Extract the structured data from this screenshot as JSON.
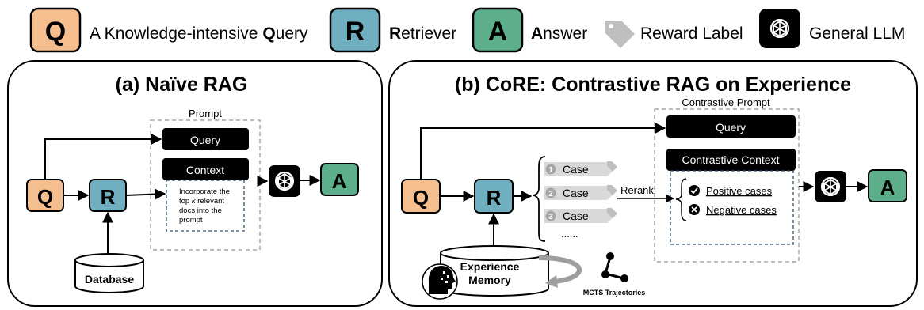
{
  "legend": {
    "query": {
      "badge": "Q",
      "text_pre": "A Knowledge-intensive ",
      "text_bold": "Q",
      "text_post": "uery"
    },
    "retriever": {
      "badge": "R",
      "text_bold": "R",
      "text_post": "etriever"
    },
    "answer": {
      "badge": "A",
      "text_bold": "A",
      "text_post": "nswer"
    },
    "reward": {
      "icon": "tag-icon",
      "text": "Reward Label"
    },
    "llm": {
      "icon": "openai-knot-icon",
      "text": "General LLM"
    }
  },
  "panel_a": {
    "title": "(a) Naïve RAG",
    "prompt_label": "Prompt",
    "query_box": "Query",
    "context_box": "Context",
    "context_note": [
      "Incorporate the",
      "top ",
      "k",
      " relevant",
      "docs into the",
      "prompt"
    ],
    "q_badge": "Q",
    "r_badge": "R",
    "a_badge": "A",
    "database": "Database"
  },
  "panel_b": {
    "title": "(b) CoRE: Contrastive RAG on Experience",
    "prompt_label": "Contrastive Prompt",
    "query_box": "Query",
    "context_box": "Contrastive Context",
    "q_badge": "Q",
    "r_badge": "R",
    "a_badge": "A",
    "cases": [
      {
        "num": "1",
        "label": "Case"
      },
      {
        "num": "2",
        "label": "Case"
      },
      {
        "num": "3",
        "label": "Case"
      }
    ],
    "ellipsis": "......",
    "rerank": "Rerank",
    "positive": "Positive cases",
    "negative": "Negative cases",
    "memory_line1": "Experience",
    "memory_line2": "Memory",
    "mcts": "MCTS Trajectories"
  },
  "colors": {
    "query": "#F5BE8E",
    "retriever": "#6FAFC0",
    "answer": "#5DAE8B",
    "reward_tag": "#BFBFBF",
    "black_box": "#000000",
    "dashed_gray": "#A6A6A6",
    "dashed_navy": "#2F4F6F"
  }
}
